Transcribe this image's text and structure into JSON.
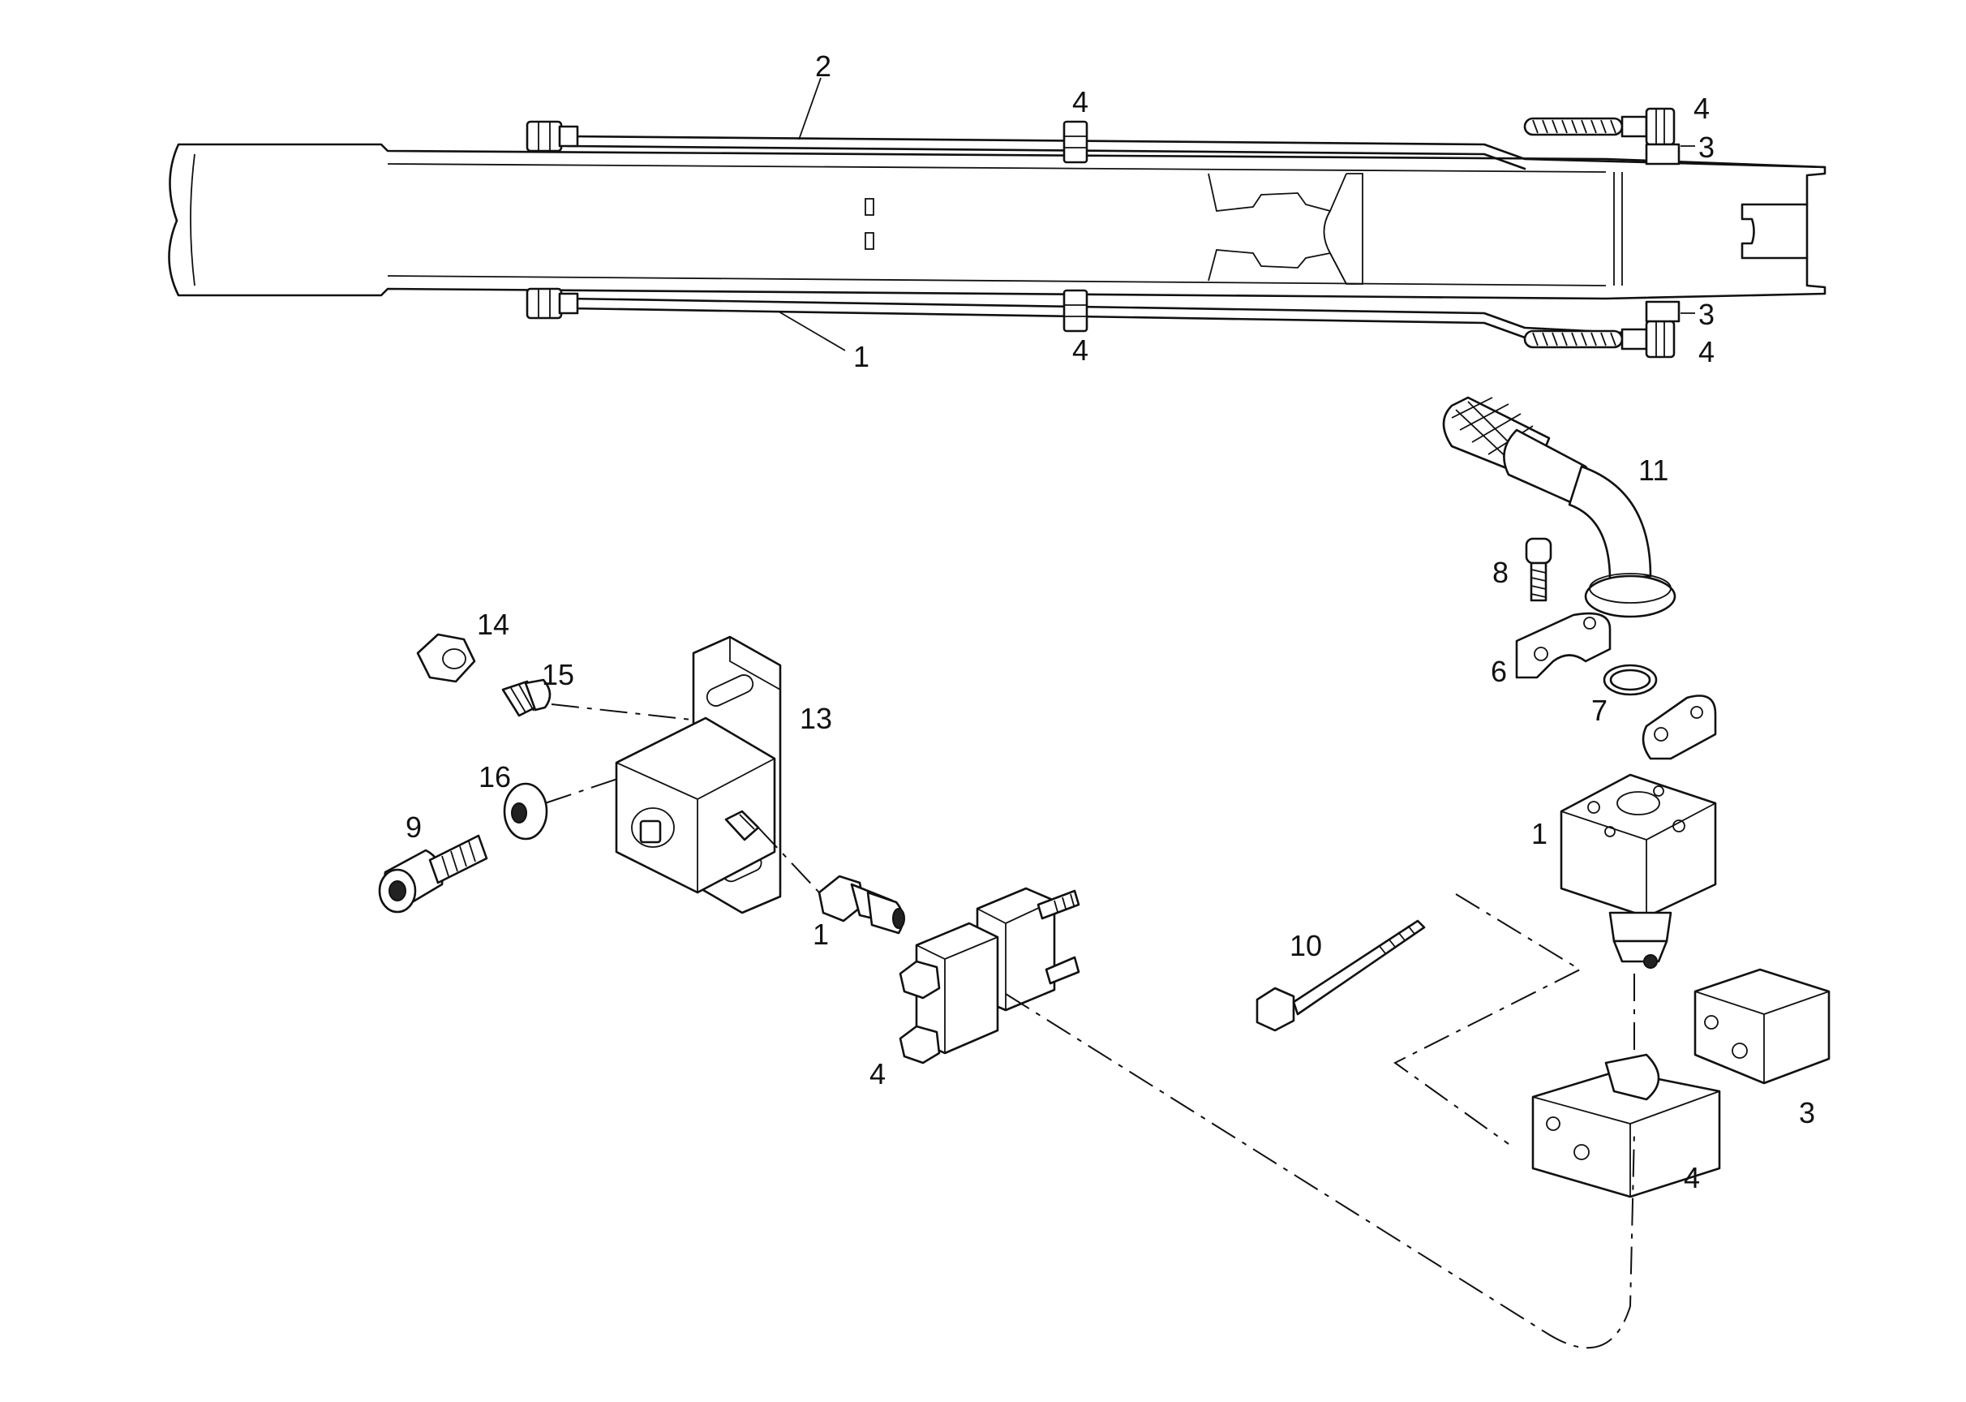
{
  "callouts": {
    "top_2": "2",
    "top_4_mid": "4",
    "top_4_right": "4",
    "top_3_right": "3",
    "bot_1": "1",
    "bot_4_mid": "4",
    "bot_3_right": "3",
    "bot_4_right": "4",
    "part_11": "11",
    "part_8": "8",
    "part_6": "6",
    "part_7": "7",
    "part_1_right": "1",
    "part_14": "14",
    "part_15": "15",
    "part_13": "13",
    "part_16": "16",
    "part_9": "9",
    "part_1_left": "1",
    "part_4_left": "4",
    "part_10": "10",
    "part_3_right": "3",
    "part_4_right": "4"
  }
}
